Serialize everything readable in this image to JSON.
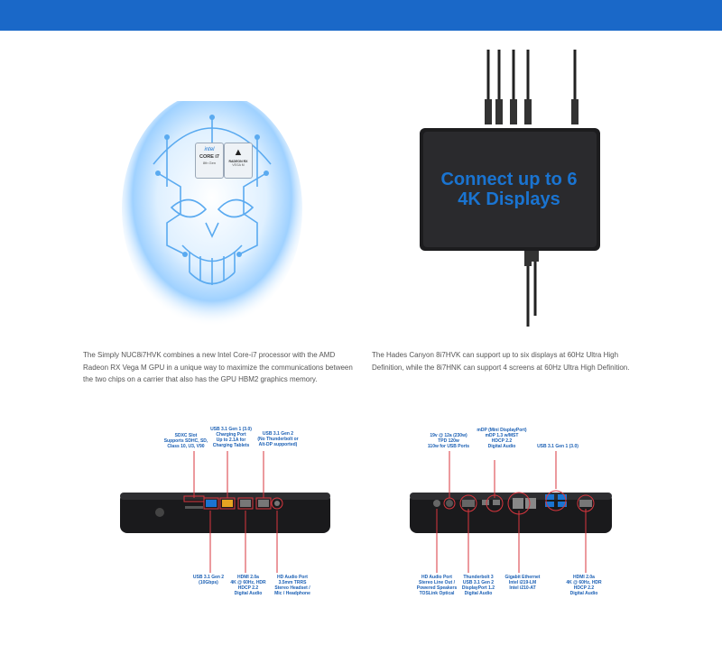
{
  "colors": {
    "header": "#1a68c8",
    "accent_blue": "#1a74d1",
    "callout_red": "#d9363e",
    "text_gray": "#555555",
    "label_blue": "#1a5fb4"
  },
  "badges": {
    "intel_brand": "intel",
    "intel_core": "CORE i7",
    "intel_gen": "8th Gen",
    "radeon": "RADEON RX",
    "radeon_sub": "VEGA M"
  },
  "hero": {
    "connect_line1": "Connect up to 6",
    "connect_line2": "4K Displays"
  },
  "descriptions": {
    "left": "The Simply NUC8i7HVK combines a new Intel Core-i7 processor with the AMD Radeon RX Vega M GPU in a unique way to maximize the communications between the two chips on a carrier that also has the GPU HBM2 graphics memory.",
    "right": "The Hades Canyon 8i7HVK can support up to six displays at 60Hz Ultra High Definition, while the 8i7HNK can support 4 screens at 60Hz Ultra High Definition."
  },
  "front_ports": {
    "sdxc": "SDXC Slot\nSupports SDHC, SD,\nClass 10, U3, V90",
    "usb_charging": "USB 3.1 Gen 1 (3.0)\nCharging Port\nUp to 2.1A for\nCharging Tablets",
    "usb_gen2": "USB 3.1 Gen 2\n(No Thunderbolt or\nAlt-DP supported)",
    "usb_10g": "USB 3.1 Gen 2\n(10Gbps)",
    "hdmi": "HDMI 2.0a\n4K @ 60Hz, HDR\nHDCP 2.2\nDigital Audio",
    "audio": "HD Audio Port\n3.5mm TRRS\nStereo Headset /\nMic / Headphone"
  },
  "rear_ports": {
    "power": "19v @ 12a (230w)\nTPD 120w\n110w for USB Ports",
    "mdp": "mDP (Mini DisplayPort)\nmDP 1.3 w/MST\nHDCP 2.2\nDigital Audio",
    "usb_gen1": "USB 3.1 Gen 1 (3.0)",
    "audio": "HD Audio Port\nStereo Line Out /\nPowered Speakers\nTOSLink Optical",
    "thunderbolt": "Thunderbolt 3\nUSB 3.1 Gen 2\nDisplayPort 1.2\nDigital Audio",
    "ethernet": "Gigabit Ethernet\nIntel i219-LM\nIntel i210-AT",
    "hdmi": "HDMI 2.0a\n4K @ 60Hz, HDR\nHDCP 2.2\nDigital Audio"
  }
}
